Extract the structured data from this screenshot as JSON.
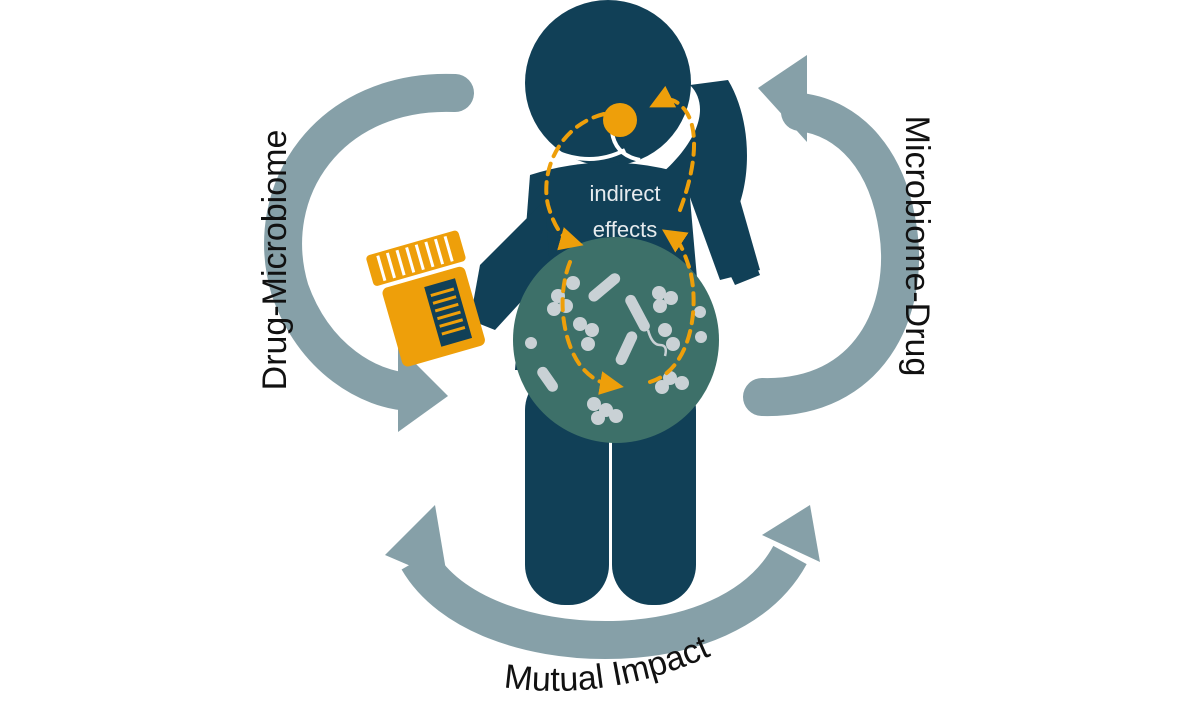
{
  "labels": {
    "drug_microbiome": "Drug-Microbiome",
    "microbiome_drug": "Microbiome-Drug",
    "mutual_impact": "Mutual Impact",
    "indirect_effects_line1": "indirect",
    "indirect_effects_line2": "effects"
  },
  "colors": {
    "person": "#114057",
    "arrow": "#86a0a8",
    "accent": "#ee9f0a",
    "gut": "#3d7069",
    "bacteria": "#c9d1d5",
    "text": "#111111"
  },
  "icons": {
    "person": "person-silhouette-icon",
    "pill_bottle": "pill-bottle-icon",
    "gut": "gut-microbiome-icon",
    "organ": "liver-node-icon"
  }
}
